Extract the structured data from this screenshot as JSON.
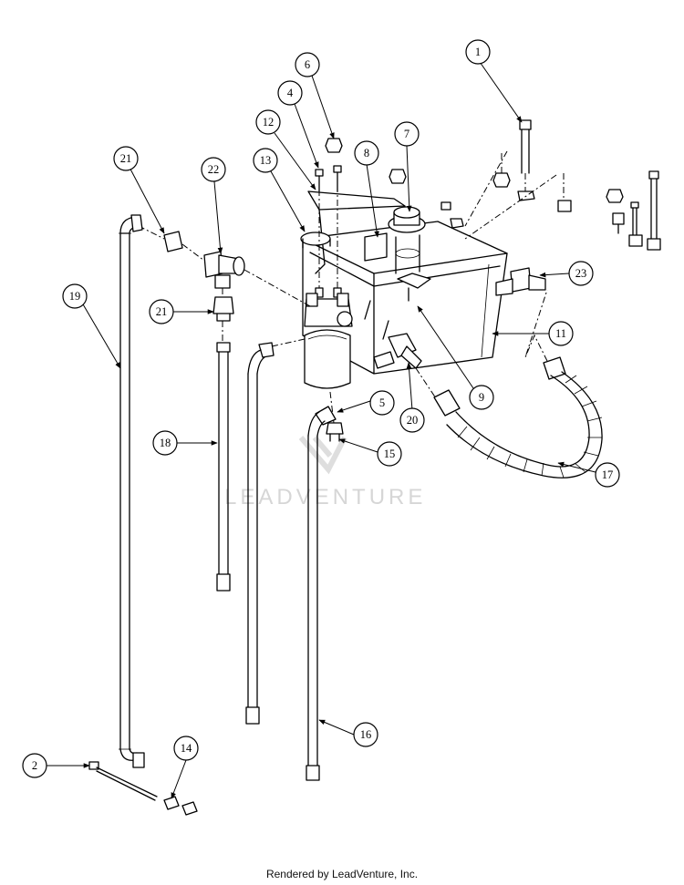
{
  "watermark": "LEADVENTURE",
  "footer": "Rendered by LeadVenture, Inc.",
  "callouts": [
    "1",
    "2",
    "4",
    "5",
    "6",
    "7",
    "8",
    "9",
    "11",
    "12",
    "13",
    "14",
    "15",
    "16",
    "17",
    "18",
    "19",
    "20",
    "21",
    "21",
    "22",
    "23"
  ]
}
